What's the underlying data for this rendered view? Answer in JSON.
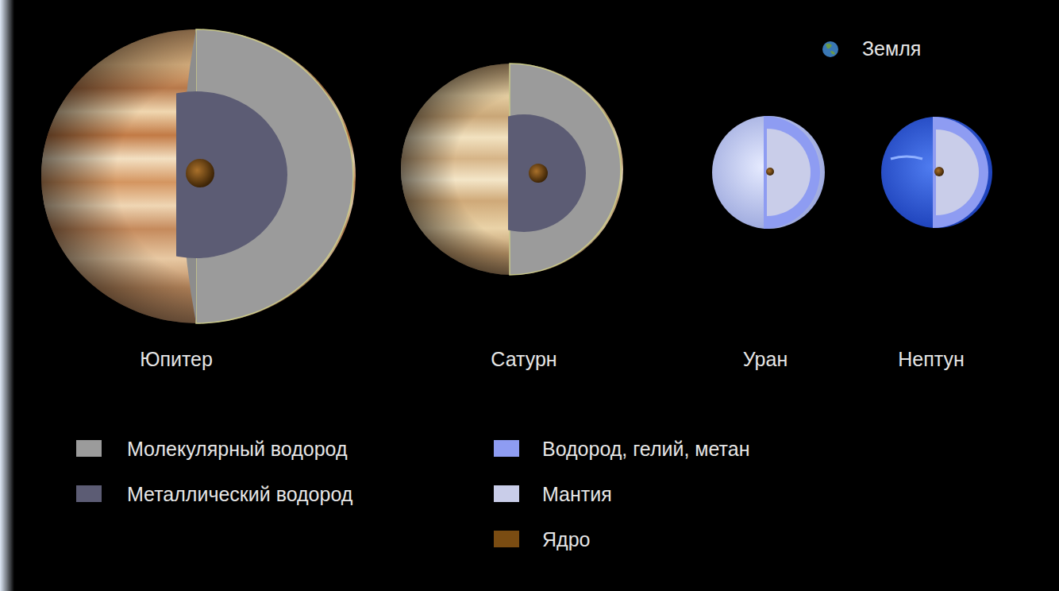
{
  "diagram": {
    "labels": [
      "Земля",
      "Юпитер",
      "Сатурн",
      "Уран",
      "Нептун"
    ],
    "legend": [
      {
        "text": "Молекулярный водород",
        "color": "#9b9b9b"
      },
      {
        "text": "Металлический водород",
        "color": "#5c5c74"
      },
      {
        "text": "Водород, гелий, метан",
        "color": "#8e9cf2"
      },
      {
        "text": "Мантия",
        "color": "#c9cde9"
      },
      {
        "text": "Ядро",
        "color": "#7a4c12"
      }
    ]
  }
}
